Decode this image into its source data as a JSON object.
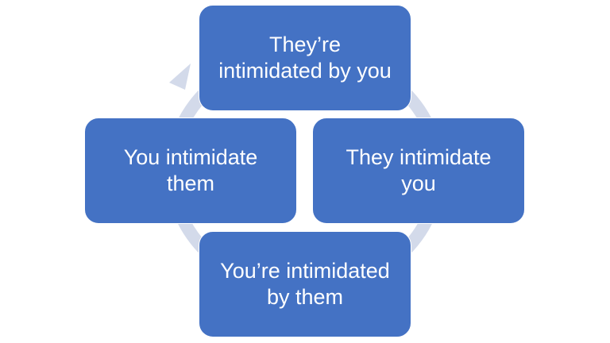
{
  "colors": {
    "node_fill": "#4472c4",
    "node_text": "#ffffff",
    "cycle_arrow": "#d3daea"
  },
  "cycle": {
    "direction": "clockwise",
    "nodes": [
      {
        "id": "top",
        "label": "They’re\nintimidated by you"
      },
      {
        "id": "right",
        "label": "They intimidate\nyou"
      },
      {
        "id": "bottom",
        "label": "You’re intimidated\nby them"
      },
      {
        "id": "left",
        "label": "You intimidate\nthem"
      }
    ]
  }
}
